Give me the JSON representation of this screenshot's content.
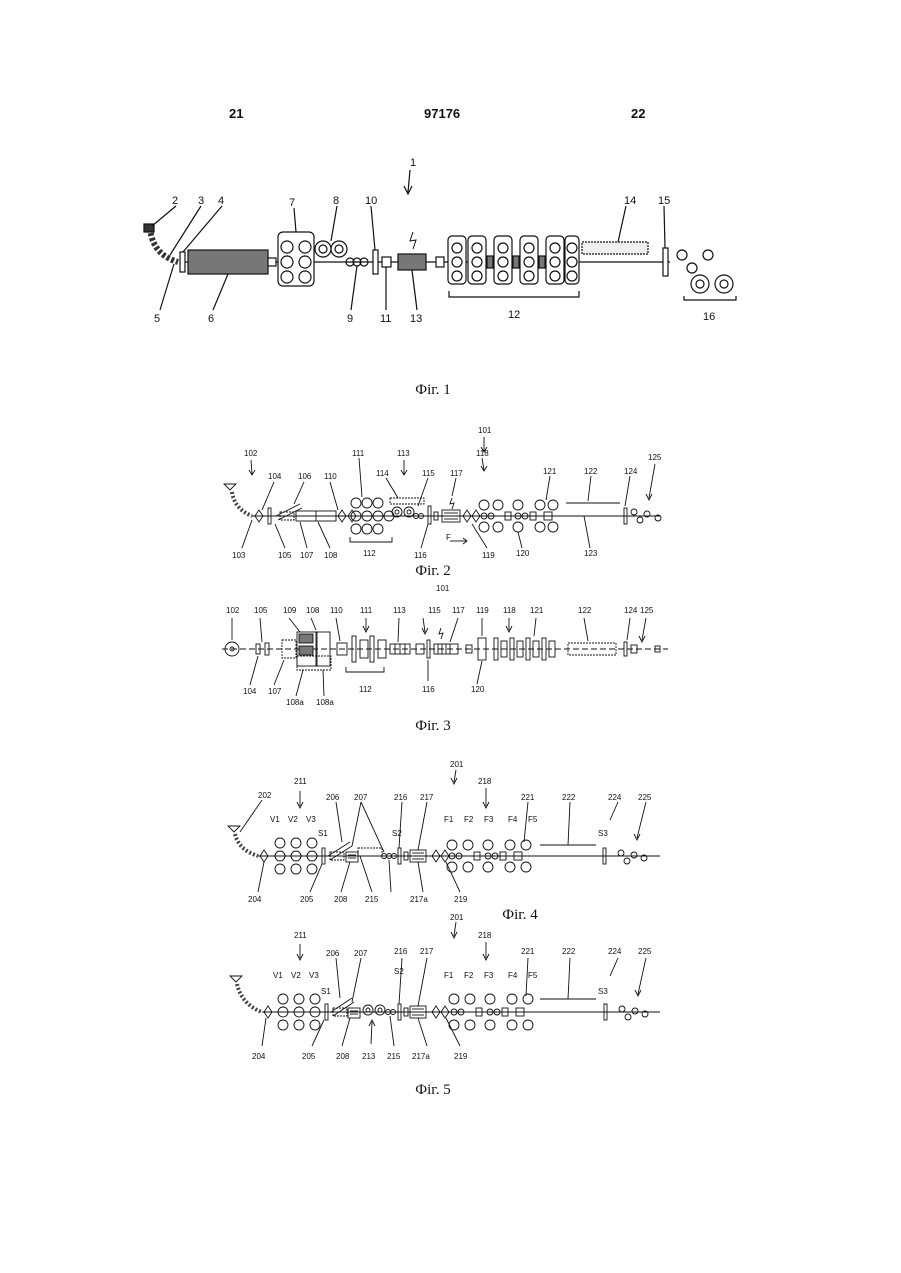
{
  "header": {
    "left_page": "21",
    "patent_number": "97176",
    "right_page": "22"
  },
  "fig1": {
    "caption": "Фіг. 1",
    "labels": [
      "1",
      "2",
      "3",
      "4",
      "5",
      "6",
      "7",
      "8",
      "9",
      "10",
      "11",
      "12",
      "13",
      "14",
      "15",
      "16"
    ]
  },
  "fig2": {
    "caption": "Фіг. 2",
    "direction_label": "F",
    "labels": [
      "101",
      "102",
      "103",
      "104",
      "105",
      "106",
      "107",
      "108",
      "110",
      "111",
      "112",
      "113",
      "114",
      "115",
      "116",
      "117",
      "118",
      "119",
      "120",
      "121",
      "122",
      "123",
      "124",
      "125"
    ]
  },
  "fig3": {
    "caption": "Фіг. 3",
    "labels": [
      "101",
      "102",
      "104",
      "105",
      "107",
      "108",
      "108a",
      "108a",
      "109",
      "110",
      "111",
      "112",
      "113",
      "115",
      "116",
      "117",
      "118",
      "119",
      "120",
      "121",
      "122",
      "124",
      "125"
    ]
  },
  "fig4": {
    "caption": "Фіг. 4",
    "stand_labels": [
      "V1",
      "V2",
      "V3",
      "S1",
      "S2",
      "F1",
      "F2",
      "F3",
      "F4",
      "F5",
      "S3"
    ],
    "labels": [
      "201",
      "202",
      "204",
      "205",
      "206",
      "207",
      "208",
      "211",
      "215",
      "216",
      "217",
      "217a",
      "218",
      "219",
      "221",
      "222",
      "224",
      "225"
    ]
  },
  "fig5": {
    "caption": "Фіг. 5",
    "stand_labels": [
      "V1",
      "V2",
      "V3",
      "S1",
      "S2",
      "F1",
      "F2",
      "F3",
      "F4",
      "F5",
      "S3"
    ],
    "labels": [
      "201",
      "204",
      "205",
      "206",
      "207",
      "208",
      "211",
      "213",
      "215",
      "216",
      "217",
      "217a",
      "218",
      "219",
      "221",
      "222",
      "224",
      "225"
    ]
  }
}
